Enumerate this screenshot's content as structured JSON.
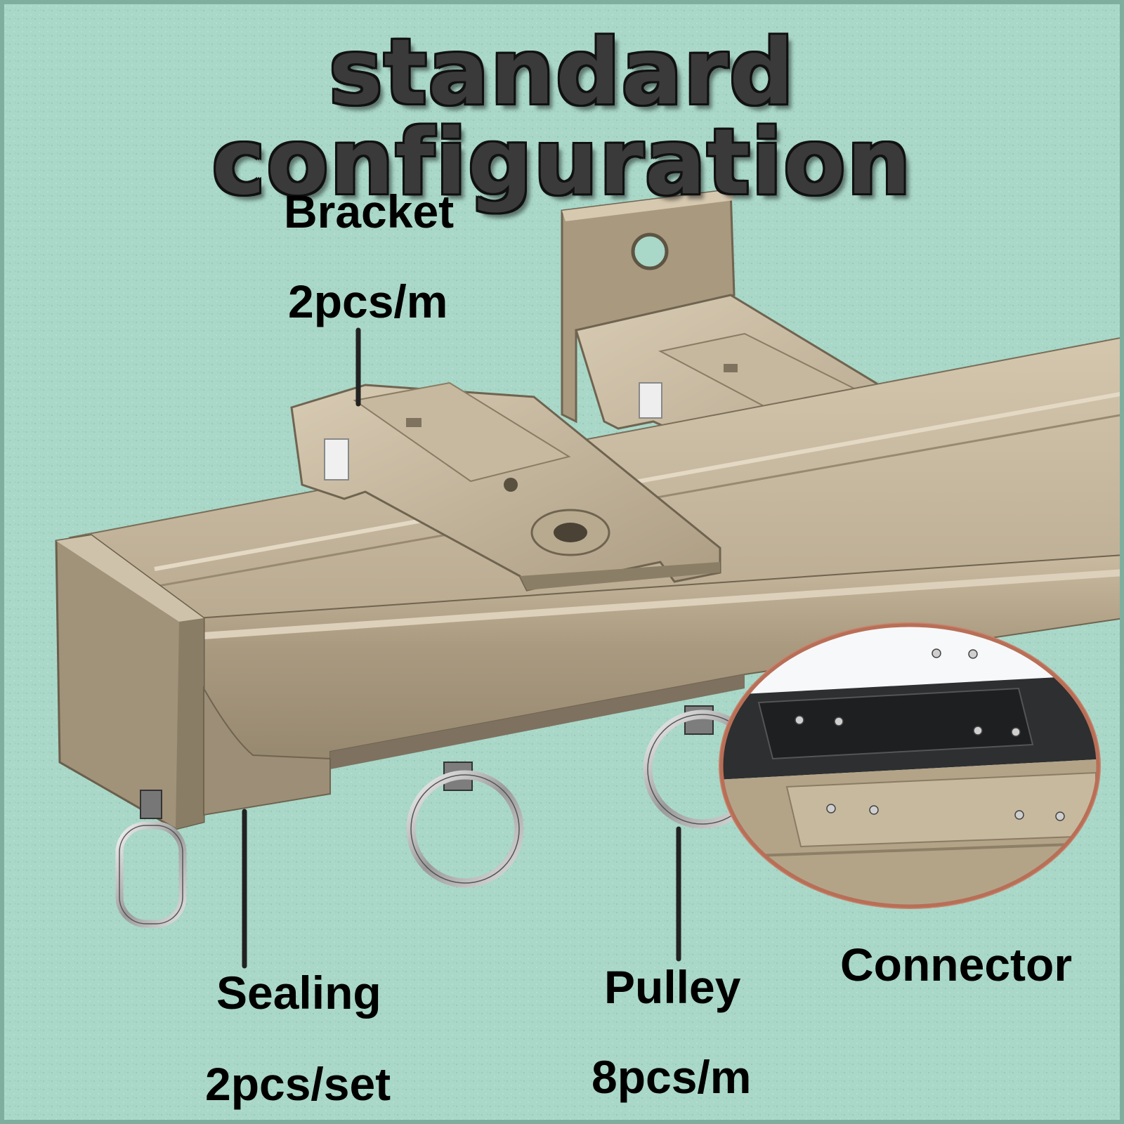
{
  "title": "standard configuration",
  "parts": {
    "bracket": {
      "name": "Bracket",
      "quantity": "2pcs/m"
    },
    "sealing": {
      "name": "Sealing",
      "quantity": "2pcs/set"
    },
    "pulley": {
      "name": "Pulley",
      "quantity": "8pcs/m"
    },
    "connector": {
      "name": "Connector"
    }
  },
  "colors": {
    "background": "#a9d7c8",
    "rail": "#a6977f",
    "text": "#000000",
    "title_fill": "#3a3a3a",
    "inset_border": "#c9826a"
  }
}
